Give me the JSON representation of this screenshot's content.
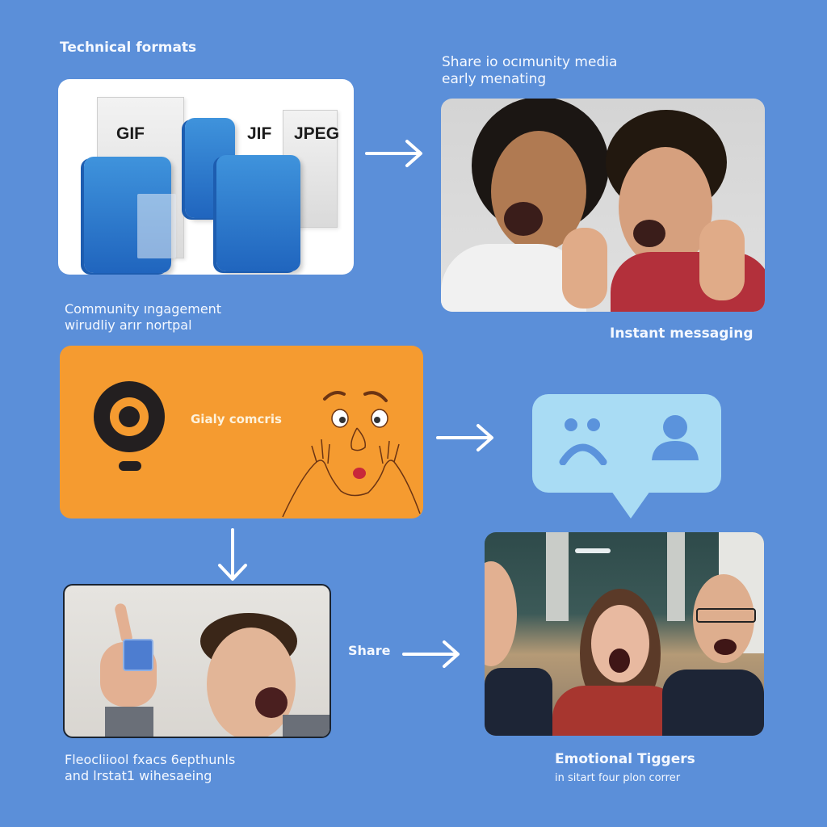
{
  "colors": {
    "background": "#5b8fd9",
    "orange_card": "#f59b30",
    "bubble": "#a9dcf4",
    "icon_blue": "#5b93dc",
    "text": "#f4f8ff"
  },
  "sections": {
    "technical_formats": {
      "title": "Technical formats",
      "formats": [
        "GIF",
        "JIF",
        "JPEG"
      ]
    },
    "share_community": {
      "title_line1": "Share io ocımunity media",
      "title_line2": "early menating",
      "photo_alt": "Two young men shouting excitedly"
    },
    "community_engagement": {
      "title_line1": "Community ıngagement",
      "title_line2": "wirudliy arır nortpal",
      "card_text": "Gialy comcris",
      "icons": [
        "webcam-icon",
        "surprised-cartoon-face"
      ]
    },
    "instant_messaging": {
      "title": "Instant messaging",
      "icons": [
        "sad-face-icon",
        "user-icon"
      ]
    },
    "share": {
      "label": "Share",
      "photo_alt": "Excited man pointing up holding a small blue cube"
    },
    "footer_left": {
      "line1": "Fleocliiool fxacs 6epthunls",
      "line2": "and lrstat1 wihesaeing"
    },
    "emotional_triggers": {
      "title": "Emotional Tiggers",
      "subtitle": "in sitart four plon correr",
      "photo_alt": "Three people in an office screaming in surprise"
    }
  },
  "arrows": [
    {
      "id": "arrow-formats-to-share",
      "direction": "right"
    },
    {
      "id": "arrow-engagement-to-messaging",
      "direction": "right"
    },
    {
      "id": "arrow-engagement-down",
      "direction": "down"
    },
    {
      "id": "arrow-share-to-emotional",
      "direction": "right"
    }
  ]
}
